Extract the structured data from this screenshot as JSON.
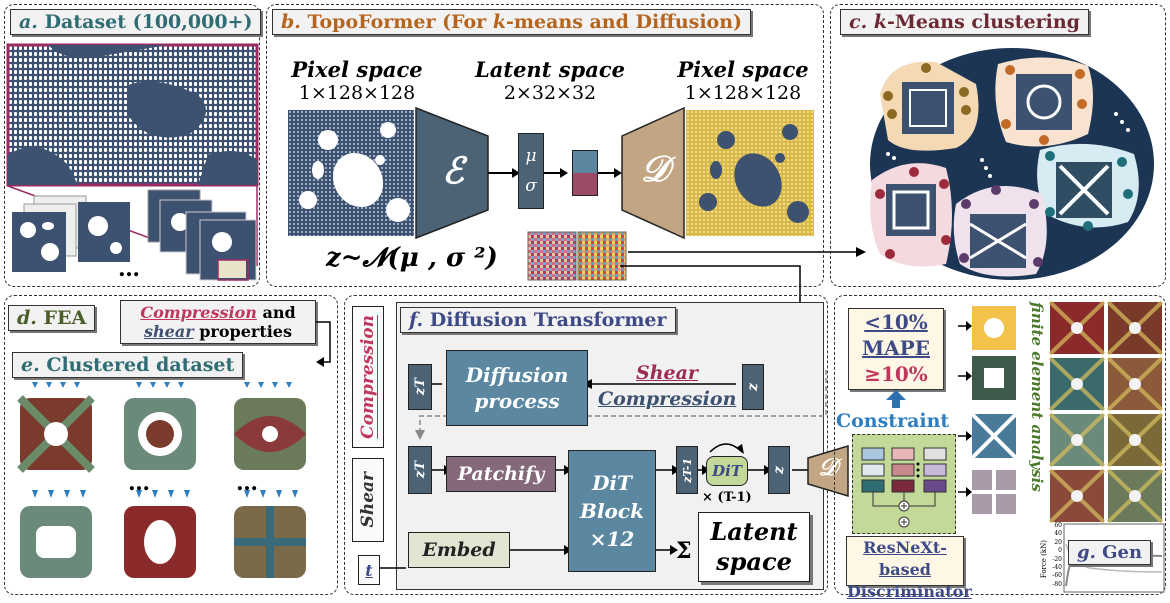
{
  "panel_a": {
    "title_letter": "a.",
    "title_text": "Dataset (100,000+)",
    "ellipsis": "…"
  },
  "panel_b": {
    "title_letter": "b.",
    "title_text_1": "TopoFormer (For ",
    "title_k": "k",
    "title_text_2": "-means and Diffusion)",
    "pixel_label": "Pixel space",
    "pixel_dims": "1×128×128",
    "latent_label": "Latent space",
    "latent_dims": "2×32×32",
    "pixel_label_2": "Pixel space",
    "pixel_dims_2": "1×128×128",
    "encoder_symbol": "ℰ",
    "decoder_symbol": "𝒟",
    "mu": "μ",
    "sigma": "σ",
    "formula": "z~𝓝(μ , σ ²)"
  },
  "panel_c": {
    "title_letter": "c.",
    "title_k": "k",
    "title_text": "-Means clustering"
  },
  "panel_d": {
    "title_letter": "d.",
    "title_text": "FEA"
  },
  "props_box": {
    "compression": "Compression",
    "and": " and",
    "shear": "shear",
    "properties": " properties"
  },
  "panel_e": {
    "title_letter": "e.",
    "title_text": "Clustered dataset",
    "ellipsis_1": "…",
    "ellipsis_2": "…"
  },
  "panel_f": {
    "title_letter": "f.",
    "title_text": "Diffusion Transformer",
    "compression_label": "Compression",
    "shear_label": "Shear",
    "t_label": "t",
    "diffusion_process": "Diffusion process",
    "shear_cond": "Shear",
    "compression_cond": "Compression",
    "z_label": "z",
    "zT_label": "zT",
    "zT_label_2": "zT",
    "zT1_label": "zT-1",
    "z_label_2": "z",
    "patchify": "Patchify",
    "dit_block": "DiT Block ×12",
    "dit_small": "DiT",
    "times": "× (T-1)",
    "embed": "Embed",
    "sigma_sym": "Σ",
    "latent_space": "Latent space",
    "decoder_symbol": "𝒟"
  },
  "panel_g": {
    "mape_low": "<10%",
    "mape": "MAPE",
    "mape_high": "≥10%",
    "constraint": "Constraint",
    "discriminator_1": "ResNeXt-based",
    "discriminator_2": "Discriminator",
    "fea_vertical": "finite element analysis",
    "gen_letter": "g.",
    "gen_text": "Gen",
    "force_axis": "Force (kN)",
    "ticks": [
      "60",
      "40",
      "20",
      "0",
      "-20",
      "-40",
      "-60",
      "-80"
    ]
  },
  "colors": {
    "navy": "#3d5170",
    "slate": "#4b6374",
    "tan": "#c2a684",
    "teal": "#2f6c73",
    "rose": "#c0375e",
    "orange": "#b5651d",
    "maroon": "#6b2a33"
  }
}
